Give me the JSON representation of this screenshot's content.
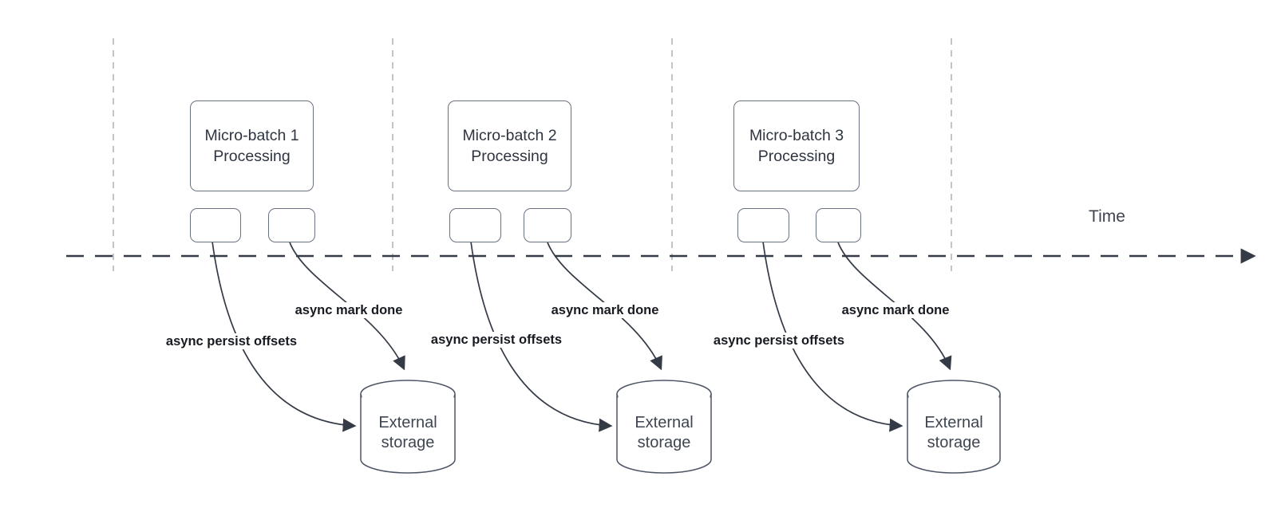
{
  "time_axis_label": "Time",
  "groups": [
    {
      "batch_label": "Micro-batch 1 Processing",
      "persist_offsets_label": "async persist offsets",
      "mark_done_label": "async mark done",
      "storage_label": "External storage"
    },
    {
      "batch_label": "Micro-batch 2 Processing",
      "persist_offsets_label": "async persist offsets",
      "mark_done_label": "async mark done",
      "storage_label": "External storage"
    },
    {
      "batch_label": "Micro-batch 3 Processing",
      "persist_offsets_label": "async persist offsets",
      "mark_done_label": "async mark done",
      "storage_label": "External storage"
    }
  ],
  "colors": {
    "flow_stroke": "#343b46",
    "guide_stroke": "#b7babd",
    "box_border": "#6b7382",
    "box_text": "#2e3440",
    "label_text": "#171b21",
    "storage_text": "#3f4651"
  }
}
